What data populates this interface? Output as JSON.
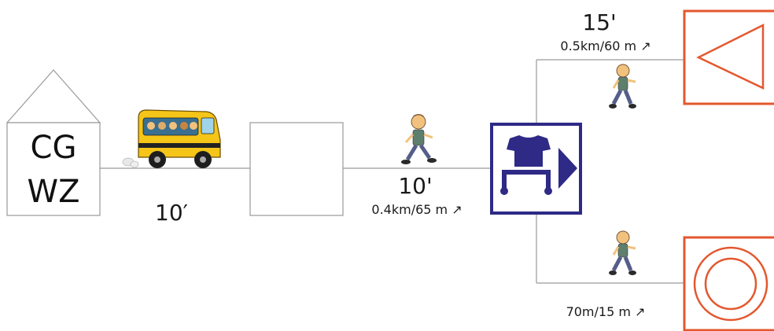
{
  "house": {
    "line1": "CG",
    "line2": "WZ"
  },
  "bus_leg": {
    "time": "10′"
  },
  "walk_leg_1": {
    "time": "10'",
    "distance": "0.4km/65 m ↗"
  },
  "walk_leg_upper": {
    "time": "15'",
    "distance": "0.5km/60 m ↗"
  },
  "walk_leg_lower": {
    "distance": "70m/15 m ↗"
  },
  "colors": {
    "hub": "#2e2a86",
    "destination": "#e4572e",
    "line": "#9a9a9a",
    "bus": "#f5c518"
  },
  "icons": [
    "house-icon",
    "school-bus-icon",
    "walking-person-icon",
    "clothing-cart-hub-icon",
    "triangle-sign-icon",
    "concentric-circles-sign-icon"
  ]
}
